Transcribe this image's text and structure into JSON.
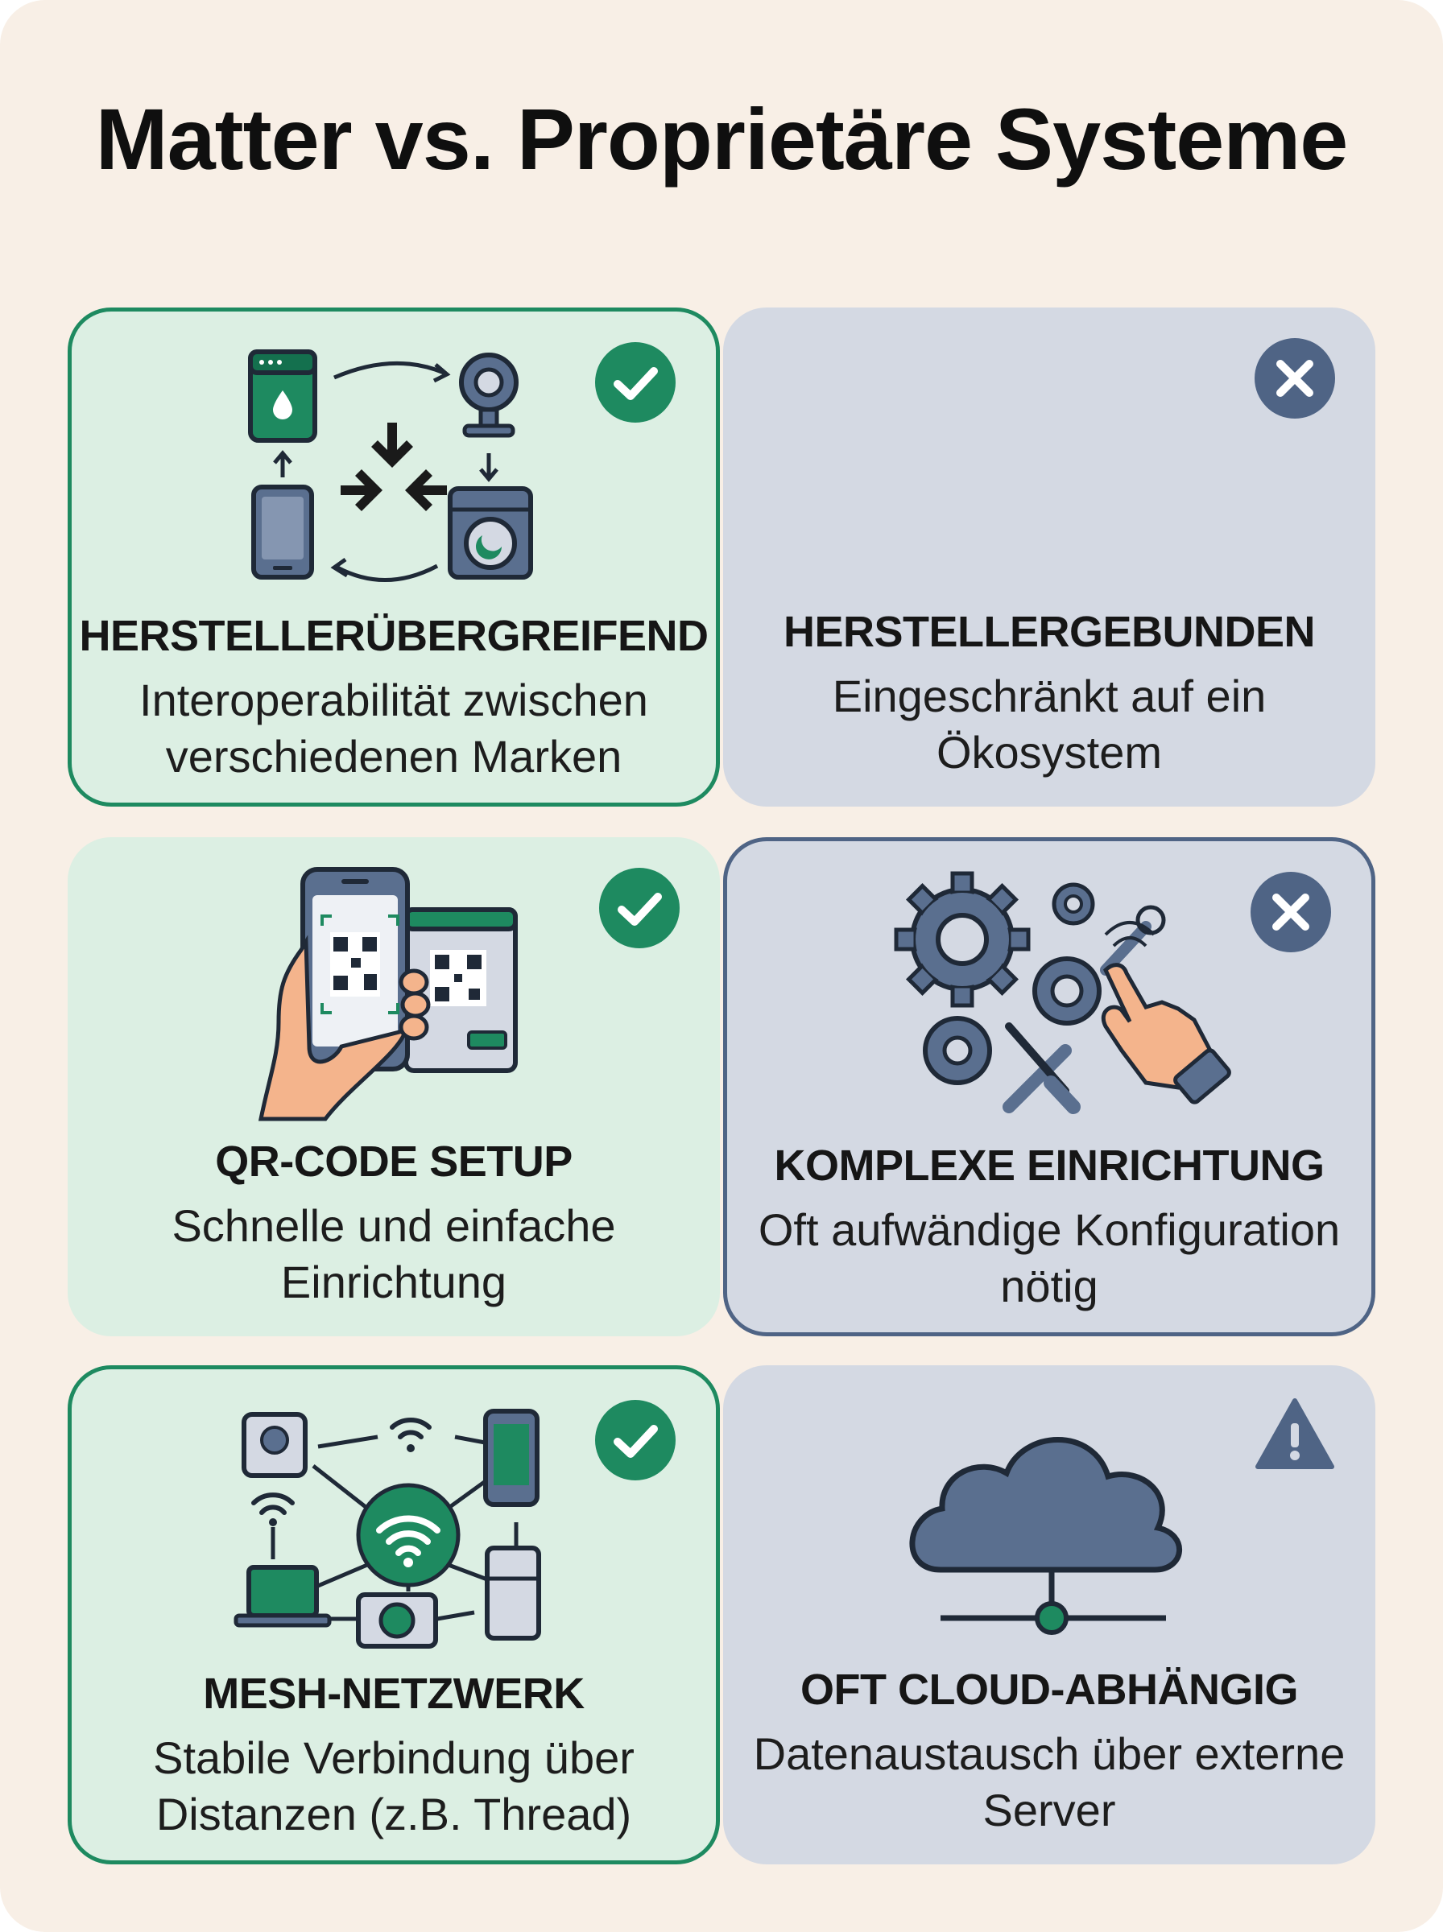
{
  "title": "Matter vs. Proprietäre Systeme",
  "colors": {
    "background": "#f8efe6",
    "pro_card": "#dcefe3",
    "pro_accent": "#1e8a60",
    "con_card": "#d4d9e3",
    "con_accent": "#4f6485"
  },
  "cards": [
    {
      "title": "HERSTELLERÜBERGREIFEND",
      "description": "Interoperabilität zwischen verschiedenen Marken",
      "badge": "check-icon",
      "illustration": "interoperability-icon"
    },
    {
      "title": "HERSTELLERGEBUNDEN",
      "description": "Eingeschränkt auf ein Ökosystem",
      "badge": "cross-icon",
      "illustration": ""
    },
    {
      "title": "QR-CODE SETUP",
      "description": "Schnelle und einfache Einrichtung",
      "badge": "check-icon",
      "illustration": "qr-scan-icon"
    },
    {
      "title": "KOMPLEXE EINRICHTUNG",
      "description": "Oft aufwändige Konfiguration nötig",
      "badge": "cross-icon",
      "illustration": "gears-tools-icon"
    },
    {
      "title": "MESH-NETZWERK",
      "description": "Stabile Verbindung über Distanzen (z.B. Thread)",
      "badge": "check-icon",
      "illustration": "mesh-network-icon"
    },
    {
      "title": "OFT CLOUD-ABHÄNGIG",
      "description": "Datenaustausch über externe Server",
      "badge": "warning-icon",
      "illustration": "cloud-server-icon"
    }
  ]
}
